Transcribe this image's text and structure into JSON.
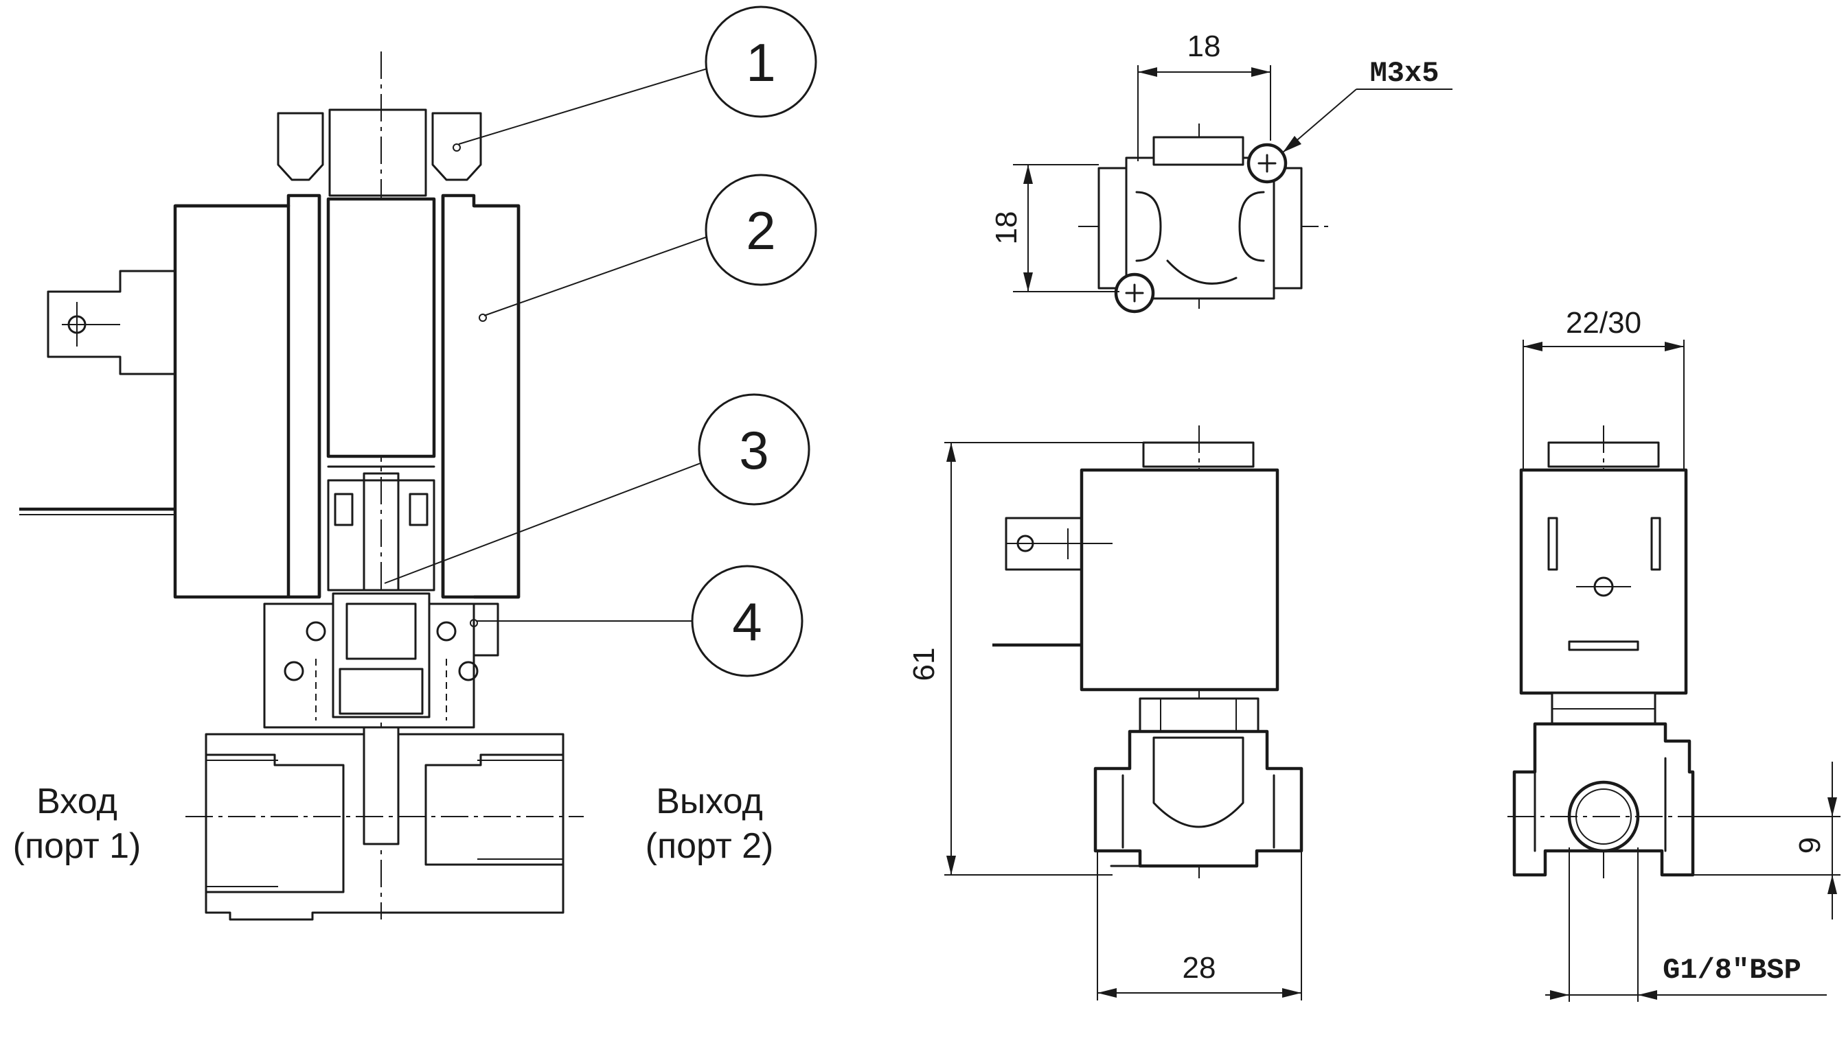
{
  "callouts": [
    "1",
    "2",
    "3",
    "4"
  ],
  "port_labels": {
    "inlet_line1": "Вход",
    "inlet_line2": "(порт 1)",
    "outlet_line1": "Выход",
    "outlet_line2": "(порт 2)"
  },
  "dimensions": {
    "top_width": "18",
    "top_depth": "18",
    "screw": "M3x5",
    "height": "61",
    "base_width": "28",
    "coil_width": "22/30",
    "port_offset": "9",
    "thread": "G1/8\"BSP"
  }
}
